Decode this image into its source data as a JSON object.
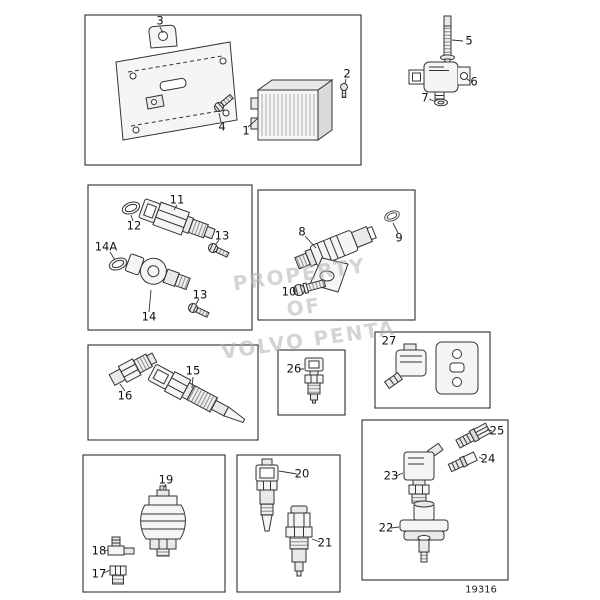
{
  "watermark": {
    "line1": "PROPERTY OF",
    "line2": "VOLVO PENTA"
  },
  "figure_number": "19316",
  "callouts": {
    "n1": "1",
    "n2": "2",
    "n3": "3",
    "n4": "4",
    "n5": "5",
    "n6": "6",
    "n7": "7",
    "n8": "8",
    "n9": "9",
    "n10": "10",
    "n11": "11",
    "n12": "12",
    "n13": "13",
    "n14": "14",
    "n14a": "14A",
    "n15": "15",
    "n16": "16",
    "n17": "17",
    "n18": "18",
    "n19": "19",
    "n20": "20",
    "n21": "21",
    "n22": "22",
    "n23": "23",
    "n24": "24",
    "n25": "25",
    "n26": "26",
    "n27": "27"
  }
}
